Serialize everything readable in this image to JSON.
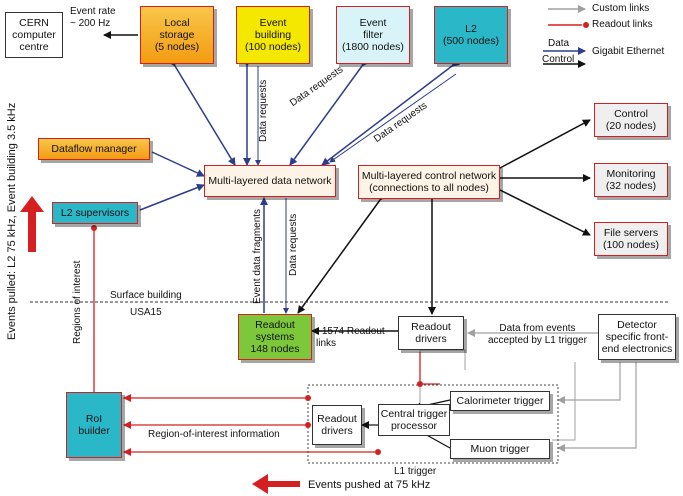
{
  "colors": {
    "orange_fill": "#f7a800",
    "yellow_fill": "#f5e800",
    "lightblue_fill": "#d8f4f8",
    "teal_fill": "#2ab8c8",
    "red_border": "#d42020",
    "green_fill": "#7cc83a",
    "pale_fill": "#fdf3e6",
    "navy_arrow": "#2c3d8c",
    "red_link": "#d42020",
    "grey_link": "#a0a0a0"
  },
  "nodes": {
    "cern": "CERN\ncomputer\ncentre",
    "local_storage": "Local\nstorage\n(5 nodes)",
    "event_building": "Event\nbuilding\n(100 nodes)",
    "event_filter": "Event\nfilter\n(1800 nodes)",
    "l2": "L2\n(500 nodes)",
    "dataflow_manager": "Dataflow manager",
    "data_network": "Multi-layered data network",
    "control_network": "Multi-layered control network\n(connections to all nodes)",
    "l2_supervisors": "L2 supervisors",
    "control": "Control\n(20 nodes)",
    "monitoring": "Monitoring\n(32 nodes)",
    "file_servers": "File servers\n(100 nodes)",
    "readout_systems": "Readout\nsystems\n148 nodes",
    "readout_drivers_top": "Readout\ndrivers",
    "detector_frontend": "Detector\nspecific front-\nend electronics",
    "roi_builder": "RoI\nbuilder",
    "readout_drivers_l1": "Readout\ndrivers",
    "calorimeter_trigger": "Calorimeter trigger",
    "central_trigger": "Central trigger\nprocessor",
    "muon_trigger": "Muon trigger"
  },
  "labels": {
    "event_rate": "Event rate\n~ 200 Hz",
    "data_requests_1": "Data requests",
    "data_requests_2": "Data requests",
    "data_requests_3": "Data requests",
    "event_data_fragments": "Event data fragments",
    "regions_of_interest": "Regions of interest",
    "surface_building": "Surface building",
    "usa15": "USA15",
    "readout_links": "~1574 Readout\nlinks",
    "data_from_events": "Data from events\naccepted by L1 trigger",
    "roi_information": "Region-of-interest information",
    "l1_trigger": "L1 trigger",
    "events_pulled": "Events pulled: L2 75 kHz, Event building 3.5 kHz",
    "events_pushed": "Events pushed at 75 kHz"
  },
  "legend": {
    "custom_links": "Custom links",
    "readout_links": "Readout links",
    "data": "Data",
    "control": "Control",
    "gigabit_ethernet": "Gigabit Ethernet"
  }
}
